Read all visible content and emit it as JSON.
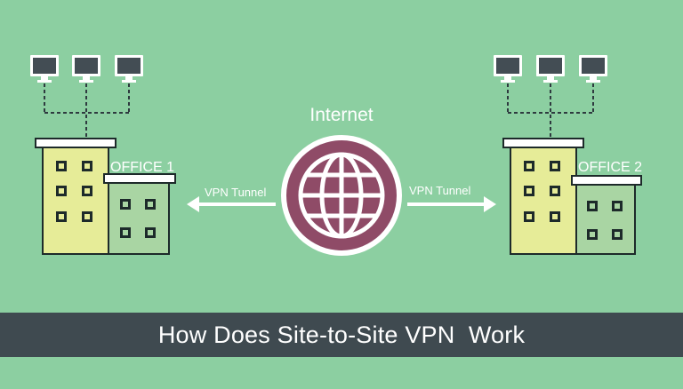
{
  "diagram": {
    "internet_label": "Internet",
    "tunnel_left_label": "VPN Tunnel",
    "tunnel_right_label": "VPN Tunnel",
    "office1_label": "OFFICE 1",
    "office2_label": "OFFICE 2",
    "footer_title": "How Does Site-to-Site VPN  Work"
  },
  "icons": {
    "computer": "desktop-monitor-icon",
    "globe": "globe-icon",
    "building": "office-building-icon",
    "arrow": "arrow-icon"
  },
  "colors": {
    "background": "#8ccfa1",
    "footer": "#3f4a50",
    "globe": "#8f4b67",
    "building_main": "#e6ec98",
    "building_side": "#a9d5a3",
    "window": "#1d2a2a",
    "monitor": "#434d54"
  }
}
